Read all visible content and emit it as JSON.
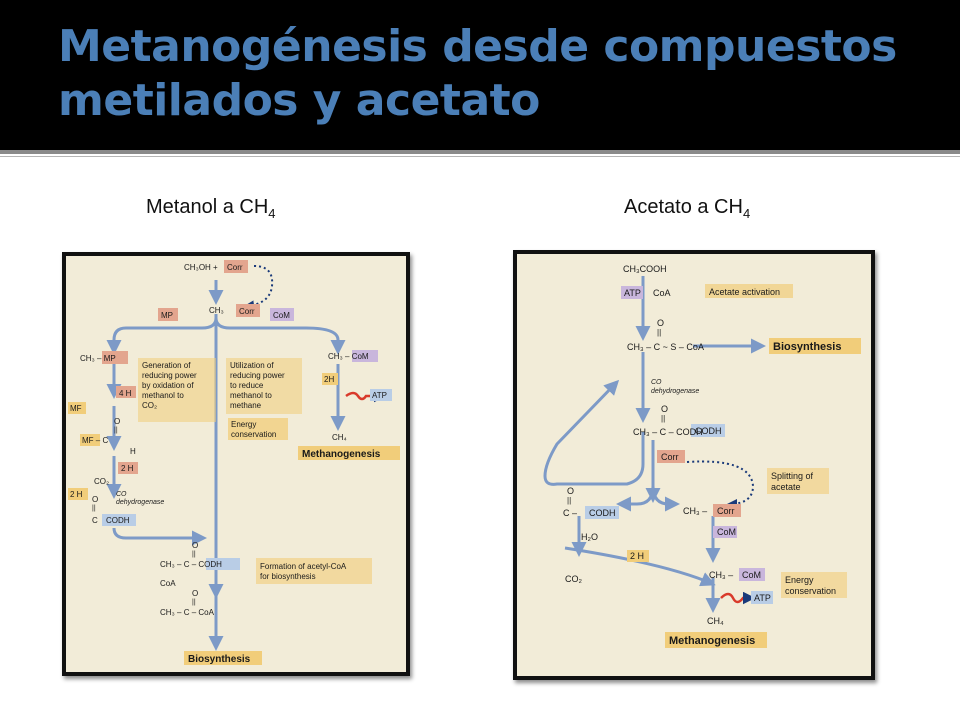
{
  "slide": {
    "title_line1": "Metanogénesis desde compuestos",
    "title_line2": "metilados y acetato",
    "caption_left": {
      "text": "Metanol a CH",
      "sub": "4"
    },
    "caption_right": {
      "text": "Acetato a CH",
      "sub": "4"
    }
  },
  "colors": {
    "title": "#4b7fb7",
    "header_bg": "#000000",
    "pathway_blue": "#7d9ac7",
    "label_red": "#e3a58e",
    "label_purple": "#c9b6dc",
    "label_blue": "#b9cde6",
    "label_yellow": "#f1cd7a",
    "label_green": "#a9c980",
    "atp_arrow": "#d93a2b"
  },
  "left_diagram": {
    "methanol": "CH₃OH +",
    "corr": "Corr",
    "ch3": "CH₃",
    "corr2": "Corr",
    "com": "CoM",
    "mp": "MP",
    "ch3_mp": "CH₃ – MP",
    "four_h": "4 H",
    "mf": "MF",
    "o1": "O",
    "dbl1": "||",
    "mf_c": "MF – C",
    "h": "H",
    "two_h_a": "2 H",
    "co2": "CO₂",
    "two_h_b": "2 H",
    "o2": "O",
    "dbl2": "||",
    "c": "C",
    "co_dehydrogenase": "CO",
    "dehydrogenase": "dehydrogenase",
    "codh_c": "C",
    "codh": "CODH",
    "gen_text": [
      "Generation of",
      "reducing power",
      "by oxidation of",
      "methanol to",
      "CO₂"
    ],
    "util_text": [
      "Utilization of",
      "reducing power",
      "to reduce",
      "methanol to",
      "methane"
    ],
    "energy_conservation": [
      "Energy",
      "conservation"
    ],
    "ch3_com": "CH₃ – CoM",
    "com2": "CoM",
    "two_h_c": "2H",
    "atp": "ATP",
    "ch4": "CH₄",
    "methanogenesis": "Methanogenesis",
    "o3": "O",
    "dbl3": "||",
    "acetyl_codh": "CH₃ – C – CODH",
    "codh2": "CODH",
    "formation_text": [
      "Formation of acetyl-CoA",
      "for biosynthesis"
    ],
    "coa": "CoA",
    "o4": "O",
    "dbl4": "||",
    "acetyl_coa": "CH₃ – C – CoA",
    "biosynthesis": "Biosynthesis"
  },
  "right_diagram": {
    "acetate": "CH₃COOH",
    "atp": "ATP",
    "coa": "CoA",
    "acetate_activation": "Acetate activation",
    "o1": "O",
    "dbl1": "||",
    "acetyl_coa": "CH₃ – C ~ S – CoA",
    "biosynthesis": "Biosynthesis",
    "co": "CO",
    "dehydrogenase": "dehydrogenase",
    "o2": "O",
    "dbl2": "||",
    "acetyl_codh": "CH₃ – C – CODH",
    "codh1": "CODH",
    "corr": "Corr",
    "splitting": [
      "Splitting of",
      "acetate"
    ],
    "o3": "O",
    "dbl3": "||",
    "c_codh": "C –",
    "codh2": "CODH",
    "ch3_corr": "CH₃ –",
    "corr2": "Corr",
    "com": "CoM",
    "h2o": "H₂O",
    "two_h": "2 H",
    "co2": "CO₂",
    "ch3_com": "CH₃ –",
    "com2": "CoM",
    "energy_conservation": [
      "Energy",
      "conservation"
    ],
    "atp2": "ATP",
    "ch4": "CH₄",
    "methanogenesis": "Methanogenesis"
  }
}
